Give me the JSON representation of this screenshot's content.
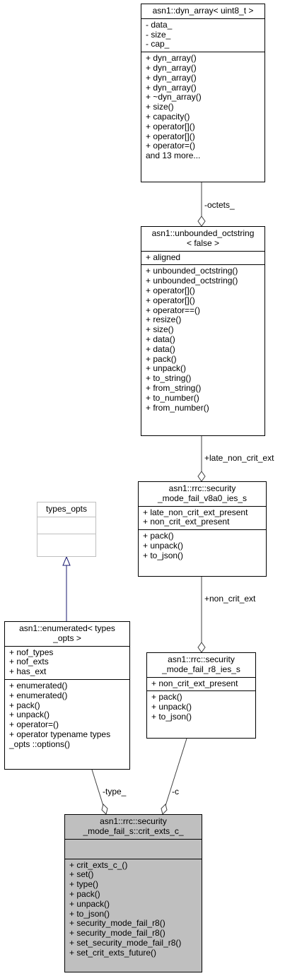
{
  "classes": {
    "dyn_array": {
      "title": [
        "asn1::dyn_array< uint8_t >"
      ],
      "attributes": [
        "- data_",
        "- size_",
        "- cap_"
      ],
      "methods": [
        "+ dyn_array()",
        "+ dyn_array()",
        "+ dyn_array()",
        "+ dyn_array()",
        "+ ~dyn_array()",
        "+ size()",
        "+ capacity()",
        "+ operator[]()",
        "+ operator[]()",
        "+ operator=()",
        "and 13 more..."
      ]
    },
    "unbounded_octstring": {
      "title": [
        "asn1::unbounded_octstring",
        "< false >"
      ],
      "attributes": [
        "+ aligned"
      ],
      "methods": [
        "+ unbounded_octstring()",
        "+ unbounded_octstring()",
        "+ operator[]()",
        "+ operator[]()",
        "+ operator==()",
        "+ resize()",
        "+ size()",
        "+ data()",
        "+ data()",
        "+ pack()",
        "+ unpack()",
        "+ to_string()",
        "+ from_string()",
        "+ to_number()",
        "+ from_number()"
      ]
    },
    "v8a0_ies": {
      "title": [
        "asn1::rrc::security",
        "_mode_fail_v8a0_ies_s"
      ],
      "attributes": [
        "+ late_non_crit_ext_present",
        "+ non_crit_ext_present"
      ],
      "methods": [
        "+ pack()",
        "+ unpack()",
        "+ to_json()"
      ]
    },
    "types_opts": {
      "title": [
        "types_opts"
      ],
      "attributes": [],
      "methods": []
    },
    "enumerated": {
      "title": [
        "asn1::enumerated< types",
        "_opts >"
      ],
      "attributes": [
        "+ nof_types",
        "+ nof_exts",
        "+ has_ext"
      ],
      "methods": [
        "+ enumerated()",
        "+ enumerated()",
        "+ pack()",
        "+ unpack()",
        "+ operator=()",
        "+ operator typename types",
        "_opts ::options()"
      ]
    },
    "r8_ies": {
      "title": [
        "asn1::rrc::security",
        "_mode_fail_r8_ies_s"
      ],
      "attributes": [
        "+ non_crit_ext_present"
      ],
      "methods": [
        "+ pack()",
        "+ unpack()",
        "+ to_json()"
      ]
    },
    "crit_exts": {
      "title": [
        "asn1::rrc::security",
        "_mode_fail_s::crit_exts_c_"
      ],
      "attributes": [],
      "methods": [
        "+ crit_exts_c_()",
        "+ set()",
        "+ type()",
        "+ pack()",
        "+ unpack()",
        "+ to_json()",
        "+ security_mode_fail_r8()",
        "+ security_mode_fail_r8()",
        "+ set_security_mode_fail_r8()",
        "+ set_crit_exts_future()"
      ]
    }
  },
  "edges": {
    "octets": "-octets_",
    "late_non_crit_ext": "+late_non_crit_ext",
    "non_crit_ext": "+non_crit_ext",
    "type": "-type_",
    "c": "-c"
  },
  "colors": {
    "focus_fill": "#bfbfbf",
    "inheritance_stroke": "#191970",
    "composition_stroke": "#404040"
  }
}
